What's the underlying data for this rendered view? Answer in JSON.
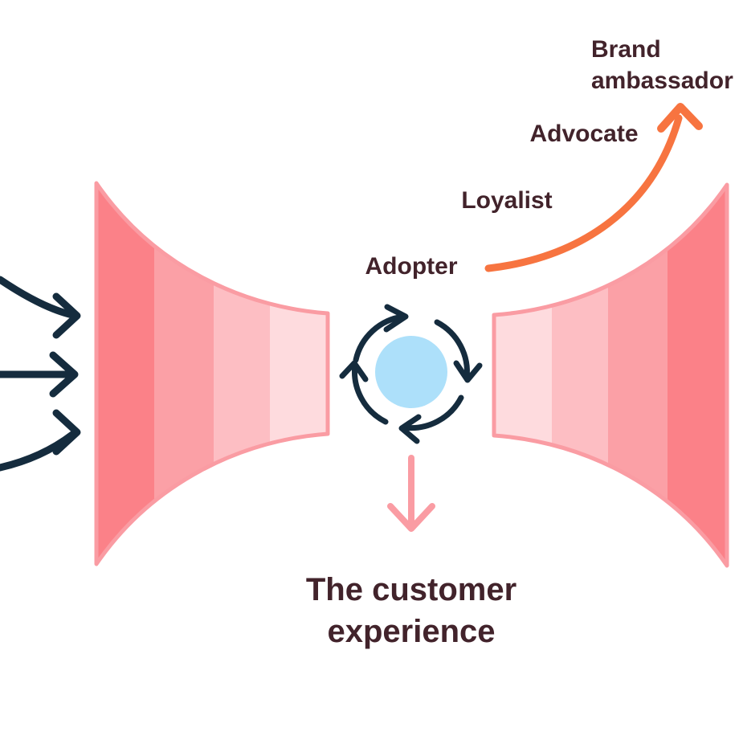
{
  "diagram": {
    "title": "The customer\nexperience",
    "stage_labels": {
      "adopter": "Adopter",
      "loyalist": "Loyalist",
      "advocate": "Advocate",
      "brand_ambassador": "Brand\nambassador"
    }
  },
  "colors": {
    "background": "#FFFFFF",
    "funnel_outline": "#FA9CA3",
    "stripe_darkest": "#FB8188",
    "stripe_dark": "#FBA0A6",
    "stripe_light": "#FDBEC3",
    "stripe_lightest": "#FEDBDE",
    "navy_arrow": "#152C3E",
    "orange_arrow": "#F77440",
    "pink_arrow": "#FA9CA3",
    "customer_circle_blue": "#ADE0FA",
    "text": "#42232B"
  },
  "icons": {
    "inbound_arrows": "three-inbound-arrows-icon",
    "cycle": "cycle-arrows-icon",
    "down_arrow": "down-arrow-icon",
    "growth_arrow": "curved-growth-arrow-icon"
  }
}
